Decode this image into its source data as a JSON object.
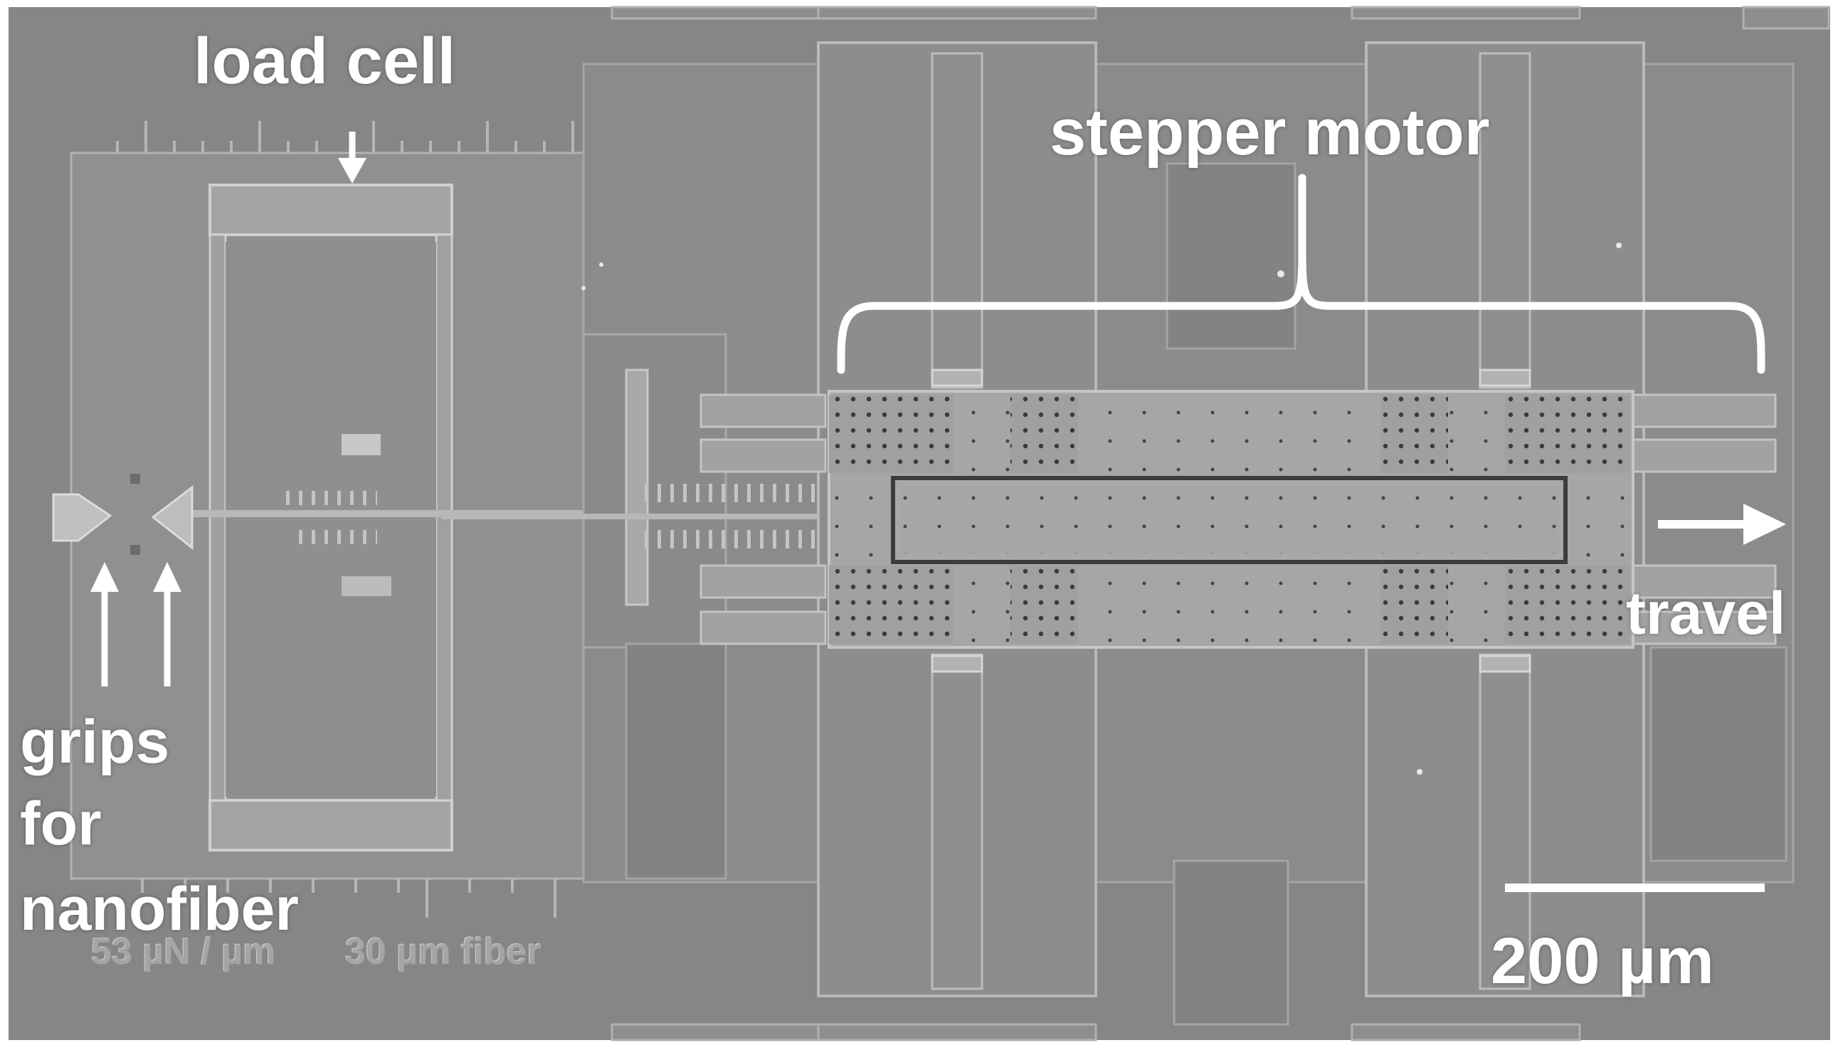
{
  "figure": {
    "kind": "SEM micrograph of MEMS tensile tester",
    "background_color": "#898989",
    "annotation_color": "#ffffff"
  },
  "labels": {
    "load_cell": "load cell",
    "stepper_motor": "stepper motor",
    "travel": "travel",
    "grips_line1": "grips",
    "grips_line2": "for",
    "grips_line3": "nanofiber",
    "scale_bar": "200 µm"
  },
  "etched_text": {
    "stiffness": "53 µN / µm",
    "fiber": "30 µm fiber"
  },
  "icons": {
    "load_cell_arrow": "arrow-down-icon",
    "grips_arrow": "arrow-up-icon",
    "travel_arrow": "arrow-right-icon",
    "motor_bracket": "curly-brace-icon",
    "scale_bar": "scale-bar-icon"
  }
}
